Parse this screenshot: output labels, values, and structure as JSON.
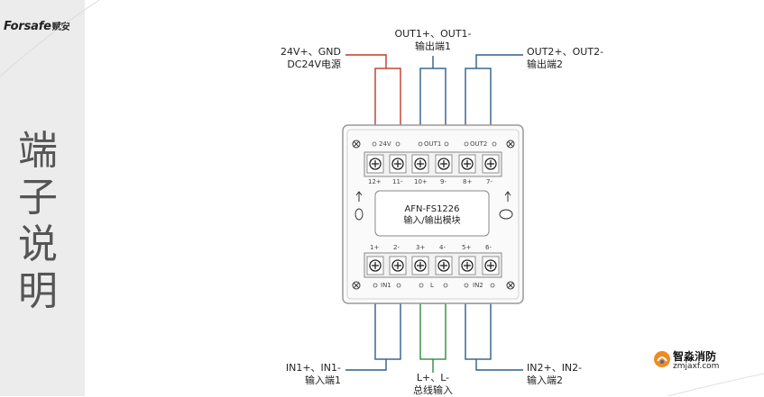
{
  "brand": {
    "name": "Forsafe",
    "name_cn": "赋安"
  },
  "sidebar_title": [
    "端",
    "子",
    "说",
    "明"
  ],
  "module": {
    "model": "AFN-FS1226",
    "name": "输入/输出模块"
  },
  "top_groups": [
    "24V",
    "OUT1",
    "OUT2"
  ],
  "top_terminals": [
    "12+",
    "11-",
    "10+",
    "9-",
    "8+",
    "7-"
  ],
  "bottom_terminals": [
    "1+",
    "2-",
    "3+",
    "4-",
    "5+",
    "6-"
  ],
  "bottom_groups": [
    "IN1",
    "L",
    "IN2"
  ],
  "wires": {
    "power": {
      "line1": "24V+、GND",
      "line2": "DC24V电源",
      "color": "#c0392b"
    },
    "out1": {
      "line1": "OUT1+、OUT1-",
      "line2": "输出端1",
      "color": "#2f5d8a"
    },
    "out2": {
      "line1": "OUT2+、OUT2-",
      "line2": "输出端2",
      "color": "#2f5d8a"
    },
    "in1": {
      "line1": "IN1+、IN1-",
      "line2": "输入端1",
      "color": "#2f5d8a"
    },
    "bus": {
      "line1": "L+、L-",
      "line2": "总线输入",
      "color": "#2e8b3e"
    },
    "in2": {
      "line1": "IN2+、IN2-",
      "line2": "输入端2",
      "color": "#2f5d8a"
    }
  },
  "watermark": {
    "name": "智淼消防",
    "url": "zmjaxf.com"
  }
}
